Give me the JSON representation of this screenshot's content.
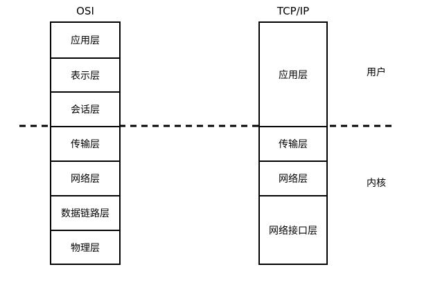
{
  "osi": {
    "title": "OSI",
    "layers": [
      "应用层",
      "表示层",
      "会话层",
      "传输层",
      "网络层",
      "数据链路层",
      "物理层"
    ]
  },
  "tcpip": {
    "title": "TCP/IP",
    "layers": [
      "应用层",
      "传输层",
      "网络层",
      "网络接口层"
    ]
  },
  "spaces": {
    "user": "用户",
    "kernel": "内核"
  }
}
